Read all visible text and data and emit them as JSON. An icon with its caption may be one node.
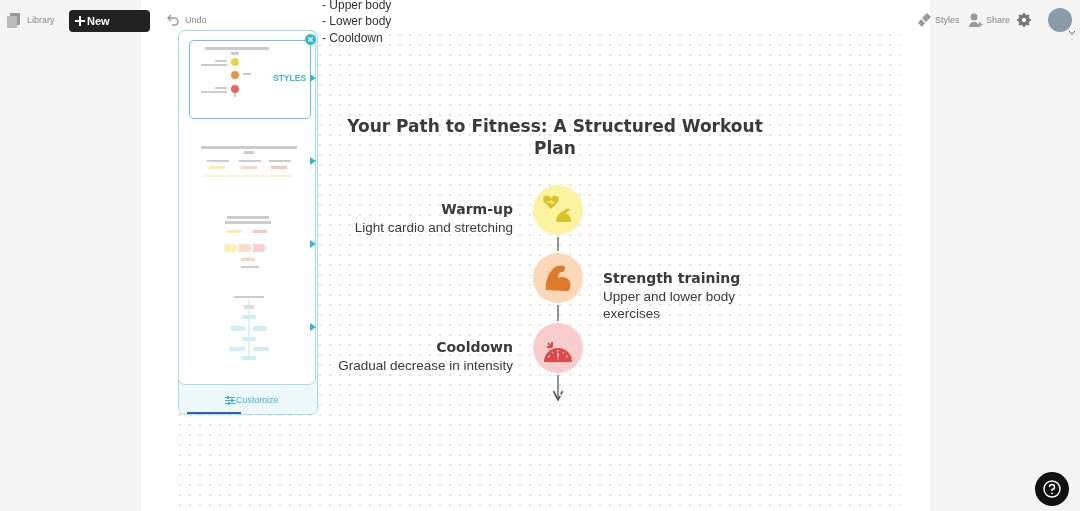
{
  "diagram": {
    "title": "Your Path to Fitness: A Structured Workout Plan",
    "nodes": [
      {
        "text": [],
        "shape": "circle",
        "beside": [
          "Warm-up",
          "Light cardio and stretching"
        ]
      },
      {
        "text": [],
        "shape": "circle",
        "beside": [
          "Strength training",
          "Upper and lower body exercises"
        ]
      },
      {
        "text": [],
        "shape": "circle",
        "beside": [
          "Cooldown",
          "Gradual decrease in intensity"
        ]
      }
    ],
    "edges": [
      {
        "from": 0,
        "to": 1,
        "arrow": "none"
      },
      {
        "from": 1,
        "to": 2,
        "arrow": "none"
      },
      {
        "from": 2,
        "to": null,
        "arrow": "to"
      }
    ],
    "labels": [
      "Library",
      "New",
      "Undo",
      "- Upper body",
      "- Lower body",
      "- Cooldown",
      "STYLES",
      "Customize",
      "Styles",
      "Share"
    ]
  }
}
